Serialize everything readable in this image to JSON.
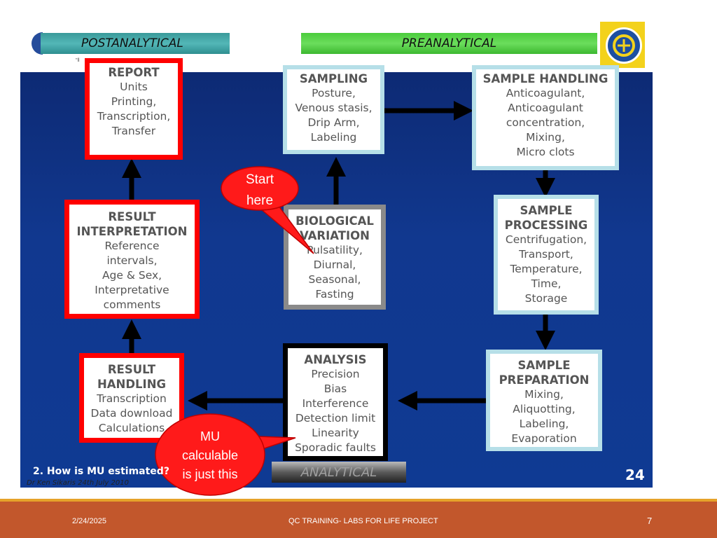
{
  "banners": {
    "post": "POSTANALYTICAL",
    "pre": "PREANALYTICAL",
    "analytical": "ANALYTICAL"
  },
  "boxes": {
    "report": {
      "title": "REPORT",
      "lines": [
        "Units",
        "Printing,",
        "Transcription,",
        "Transfer"
      ]
    },
    "sampling": {
      "title": "SAMPLING",
      "lines": [
        "Posture,",
        "Venous stasis,",
        "Drip Arm,",
        "Labeling"
      ]
    },
    "sample_handling": {
      "title": "SAMPLE HANDLING",
      "lines": [
        "Anticoagulant,",
        "Anticoagulant",
        "concentration,",
        "Mixing,",
        "Micro clots"
      ]
    },
    "result_interpretation": {
      "title1": "RESULT",
      "title2": "INTERPRETATION",
      "lines": [
        "Reference",
        "intervals,",
        "Age & Sex,",
        "Interpretative",
        "comments"
      ]
    },
    "biological_variation": {
      "title1": "BIOLOGICAL",
      "title2": "VARIATION",
      "lines": [
        "Pulsatility,",
        "Diurnal,",
        "Seasonal,",
        "Fasting"
      ]
    },
    "sample_processing": {
      "title1": "SAMPLE",
      "title2": "PROCESSING",
      "lines": [
        "Centrifugation,",
        "Transport,",
        "Temperature,",
        "Time,",
        "Storage"
      ]
    },
    "result_handling": {
      "title1": "RESULT",
      "title2": "HANDLING",
      "lines": [
        "Transcription",
        "Data download",
        "Calculations"
      ]
    },
    "analysis": {
      "title": "ANALYSIS",
      "lines": [
        "Precision",
        "Bias",
        "Interference",
        "Detection limit",
        "Linearity",
        "Sporadic faults"
      ]
    },
    "sample_preparation": {
      "title1": "SAMPLE",
      "title2": "PREPARATION",
      "lines": [
        "Mixing,",
        "Aliquotting,",
        "Labeling,",
        "Evaporation"
      ]
    }
  },
  "callouts": {
    "start": [
      "Start",
      "here"
    ],
    "mu": [
      "MU",
      "calculable",
      "is just this"
    ]
  },
  "question": "2. How is MU estimated?",
  "credit": "Dr Ken Sikaris 24th July 2010",
  "inner_slide_number": "24",
  "tiny_mark": "\"ll",
  "footer": {
    "date": "2/24/2025",
    "title": "QC TRAINING- LABS FOR LIFE PROJECT",
    "page": "7"
  },
  "colors": {
    "panel": "#11388f",
    "red_border": "#ff0000",
    "light_border": "#b6dfe8",
    "callout": "#ff1a1a",
    "footer": "#c2572c",
    "footer_line": "#e6a22a"
  }
}
